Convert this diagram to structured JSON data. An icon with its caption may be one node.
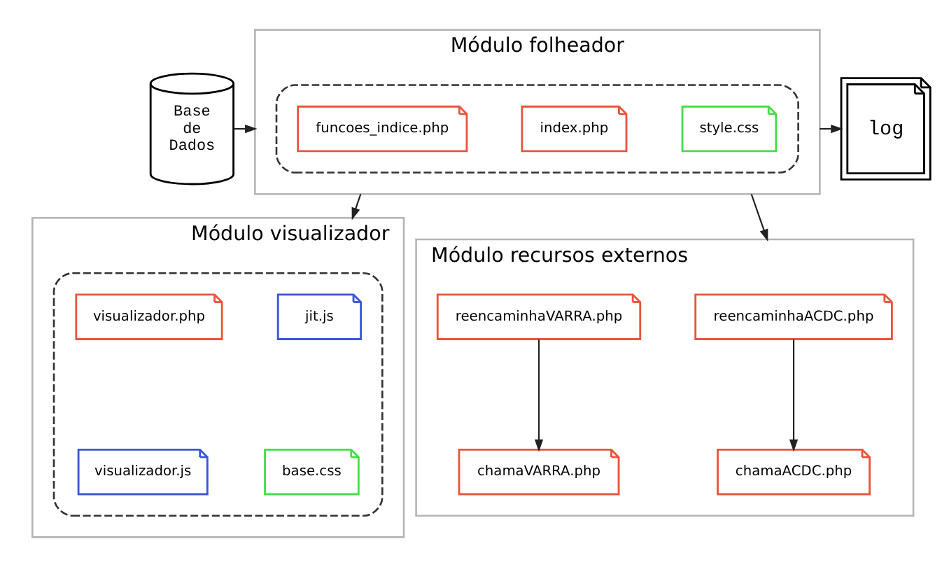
{
  "diagram": {
    "nodes": [
      {
        "text": [
          "Base de Dados"
        ]
      },
      {
        "text": [
          "Módulo folheador"
        ]
      },
      {
        "text": [],
        "shape": "box",
        "in": 1
      },
      {
        "text": [
          "index.php"
        ],
        "in": 2
      },
      {
        "text": [
          "funcoes_indice.php"
        ],
        "in": 2
      },
      {
        "text": [
          "style.css"
        ],
        "in": 2
      },
      {
        "text": [
          "log"
        ]
      },
      {
        "text": [
          "Módulo visualizador"
        ]
      },
      {
        "text": [],
        "shape": "box",
        "in": 7
      },
      {
        "text": [
          "visualizador.php"
        ],
        "in": 8
      },
      {
        "text": [
          "jit.js"
        ],
        "in": 8
      },
      {
        "text": [
          "base.css"
        ],
        "in": 8
      },
      {
        "text": [
          "visualizador.js"
        ],
        "in": 8
      },
      {
        "text": [
          "Módulo recursos externos"
        ]
      },
      {
        "text": [
          "reencaminhaVARRA.php"
        ],
        "in": 13
      },
      {
        "text": [
          "reencaminhaACDC.php"
        ],
        "in": 13
      },
      {
        "text": [
          "chamaVARRA.php"
        ],
        "in": 13
      },
      {
        "text": [
          "chamaACDC.php"
        ],
        "in": 13
      }
    ],
    "edges": [
      {
        "from": 0,
        "to": 1,
        "arrow": "to"
      },
      {
        "from": 1,
        "to": 6,
        "arrow": "to"
      },
      {
        "from": 1,
        "to": 7,
        "arrow": "to"
      },
      {
        "from": 1,
        "to": 13,
        "arrow": "to"
      },
      {
        "from": 14,
        "to": 16,
        "arrow": "to"
      },
      {
        "from": 15,
        "to": 17,
        "arrow": "to"
      }
    ]
  }
}
